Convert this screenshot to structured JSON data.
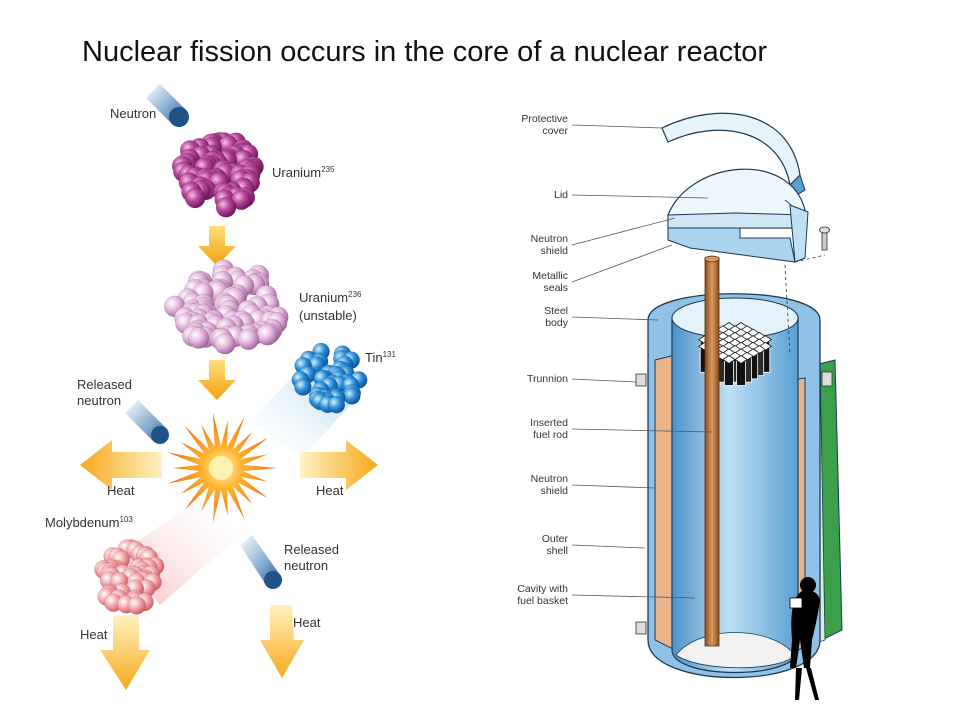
{
  "title": "Nuclear fission occurs in the core of a nuclear reactor",
  "fission": {
    "neutron": "Neutron",
    "uranium235": "Uranium",
    "uranium235_sup": "235",
    "uranium236": "Uranium",
    "uranium236_sup": "236",
    "unstable": "(unstable)",
    "tin": "Tin",
    "tin_sup": "131",
    "released_neutron_1a": "Released",
    "released_neutron_1b": "neutron",
    "heat_left": "Heat",
    "heat_right": "Heat",
    "molybdenum": "Molybdenum",
    "molybdenum_sup": "103",
    "released_neutron_2a": "Released",
    "released_neutron_2b": "neutron",
    "heat_bottom_left": "Heat",
    "heat_bottom_right": "Heat"
  },
  "reactor": {
    "labels": [
      [
        "Protective",
        "cover"
      ],
      [
        "Lid"
      ],
      [
        "Neutron",
        "shield"
      ],
      [
        "Metallic",
        "seals"
      ],
      [
        "Steel",
        "body"
      ],
      [
        "Trunnion"
      ],
      [
        "Inserted",
        "fuel rod"
      ],
      [
        "Neutron",
        "shield"
      ],
      [
        "Outer",
        "shell"
      ],
      [
        "Cavity with",
        "fuel basket"
      ]
    ]
  },
  "colors": {
    "uranium235": "#b0408a",
    "uranium236": "#d9a6d2",
    "tin": "#2b8fd8",
    "molybdenum": "#f2a3a8",
    "heat_arrow": "#f7b52a",
    "reactor_blue": "#a9d3ee",
    "shield_tan": "#e8b48c",
    "outer_green": "#3aa04a",
    "fuel_rod": "#b8743c"
  }
}
